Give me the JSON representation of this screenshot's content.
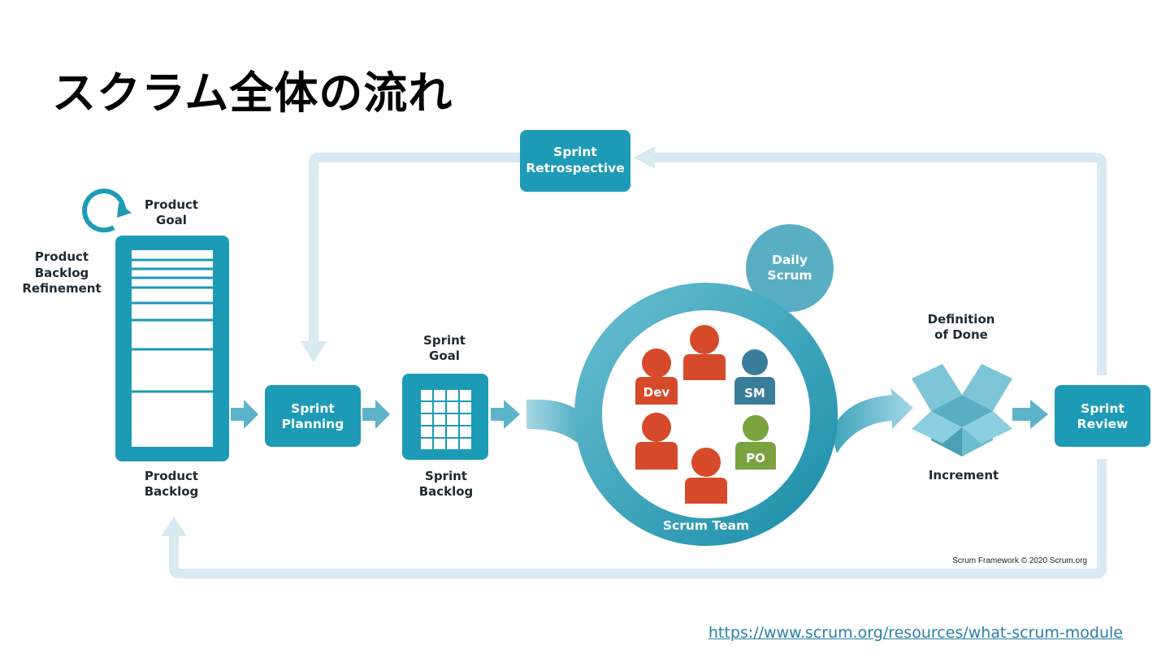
{
  "title": "スクラム全体の流れ",
  "diagram": {
    "product_goal": [
      "Product",
      "Goal"
    ],
    "refinement": [
      "Product",
      "Backlog",
      "Refinement"
    ],
    "product_backlog": [
      "Product",
      "Backlog"
    ],
    "sprint_planning": [
      "Sprint",
      "Planning"
    ],
    "sprint_goal": [
      "Sprint",
      "Goal"
    ],
    "sprint_backlog": [
      "Sprint",
      "Backlog"
    ],
    "daily_scrum": [
      "Daily",
      "Scrum"
    ],
    "scrum_team": "Scrum Team",
    "roles": {
      "dev": "Dev",
      "sm": "SM",
      "po": "PO"
    },
    "definition_of_done": [
      "Definition",
      "of Done"
    ],
    "increment": "Increment",
    "sprint_review": [
      "Sprint",
      "Review"
    ],
    "sprint_retrospective": [
      "Sprint",
      "Retrospective"
    ],
    "credit": "Scrum Framework © 2020 Scrum.org"
  },
  "source_url": "https://www.scrum.org/resources/what-scrum-module",
  "colors": {
    "teal": "#1d9bb6",
    "teal_dark": "#167f96",
    "light_arrow": "#d8e9ef",
    "role_red": "#d64a2a",
    "role_sm": "#3a7d9b",
    "role_po": "#7aa33f"
  }
}
